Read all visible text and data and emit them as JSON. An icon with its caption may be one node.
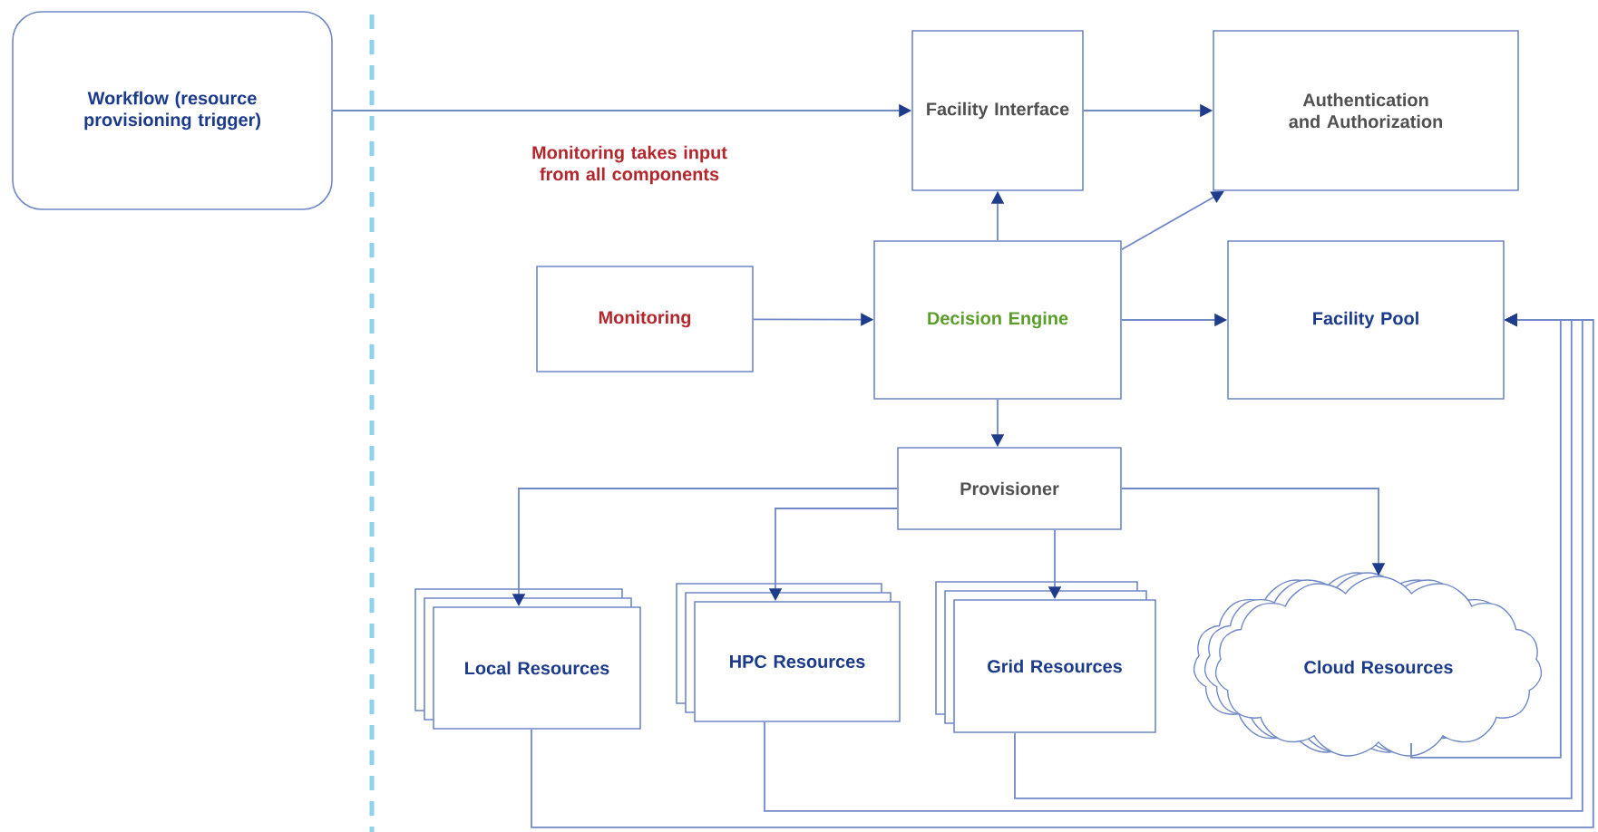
{
  "diagram": {
    "nodes": [
      {
        "text": [
          "Workflow (resource provisioning trigger)"
        ]
      },
      {
        "text": [
          "Facility Interface"
        ]
      },
      {
        "text": [
          "Authentication and Authorization"
        ]
      },
      {
        "text": [
          "Monitoring"
        ]
      },
      {
        "text": [
          "Decision Engine"
        ]
      },
      {
        "text": [
          "Facility Pool"
        ]
      },
      {
        "text": [
          "Provisioner"
        ]
      },
      {
        "text": [
          "Local Resources"
        ]
      },
      {
        "text": [
          "HPC Resources"
        ]
      },
      {
        "text": [
          "Grid Resources"
        ]
      },
      {
        "text": [
          "Cloud Resources"
        ]
      }
    ],
    "edges": [
      {
        "from": 0,
        "to": 1,
        "arrow": "to"
      },
      {
        "from": 1,
        "to": 2,
        "arrow": "to"
      },
      {
        "from": 4,
        "to": 1,
        "arrow": "to"
      },
      {
        "from": 4,
        "to": 2,
        "arrow": "to"
      },
      {
        "from": 3,
        "to": 4,
        "arrow": "to"
      },
      {
        "from": 4,
        "to": 5,
        "arrow": "to"
      },
      {
        "from": 4,
        "to": 6,
        "arrow": "to"
      },
      {
        "from": 6,
        "to": 7,
        "arrow": "to"
      },
      {
        "from": 6,
        "to": 8,
        "arrow": "to"
      },
      {
        "from": 6,
        "to": 9,
        "arrow": "to"
      },
      {
        "from": 6,
        "to": 10,
        "arrow": "to"
      },
      {
        "from": 10,
        "to": 5,
        "arrow": "to"
      },
      {
        "from": 9,
        "to": 5,
        "arrow": "to"
      },
      {
        "from": 8,
        "to": 5,
        "arrow": "to"
      },
      {
        "from": 7,
        "to": 5,
        "arrow": "to"
      }
    ],
    "labels": [
      "Monitoring takes input from all components"
    ]
  }
}
